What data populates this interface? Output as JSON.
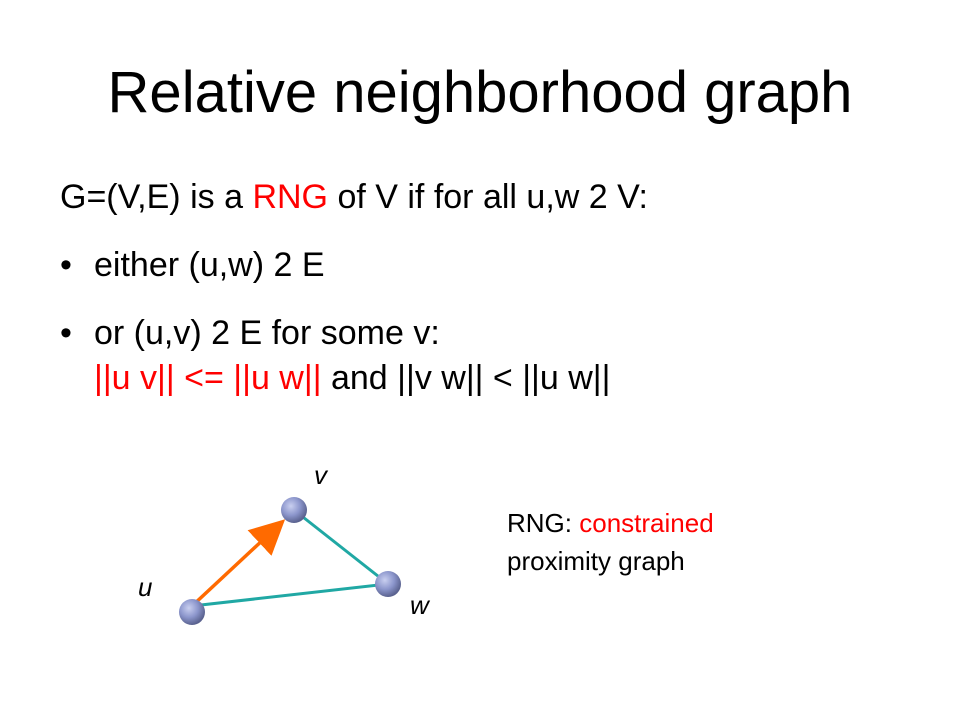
{
  "title": "Relative neighborhood graph",
  "intro": {
    "before": "G=(V,E) is a ",
    "highlight": "RNG",
    "after": " of V if for all u,w 2 V:"
  },
  "bullets": {
    "marker": "•",
    "first": "either (u,w) 2 E",
    "second_line1": "or (u,v) 2 E for some v:",
    "second_line2_red": "||u v|| <= ||u w||",
    "second_line2_rest": " and ||v w|| < ||u w||"
  },
  "graph": {
    "nodes": {
      "u": "u",
      "v": "v",
      "w": "w"
    },
    "colors": {
      "node_fill": "#8c96cc",
      "edge_uv": "#ff6a00",
      "edge_uw": "#20a8a4",
      "edge_vw": "#20a8a4",
      "highlight_text": "#ff0000"
    }
  },
  "caption": {
    "prefix": "RNG: ",
    "highlight": "constrained",
    "line2": "proximity graph"
  }
}
